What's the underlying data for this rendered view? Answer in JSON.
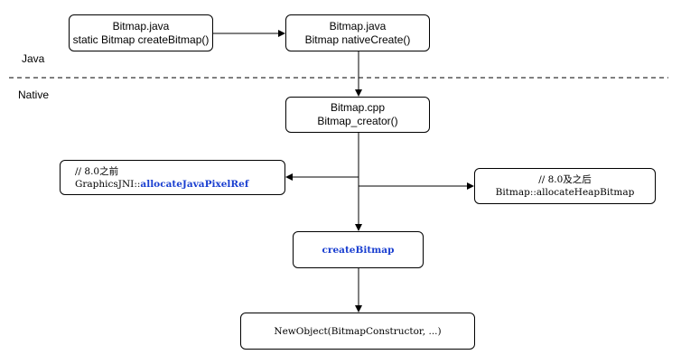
{
  "labels": {
    "java": "Java",
    "native": "Native"
  },
  "boxes": {
    "create_bitmap_java": {
      "line1": "Bitmap.java",
      "line2": "static Bitmap createBitmap()"
    },
    "native_create_java": {
      "line1": "Bitmap.java",
      "line2": "Bitmap nativeCreate()"
    },
    "bitmap_creator_cpp": {
      "line1": "Bitmap.cpp",
      "line2": "Bitmap_creator()"
    },
    "allocate_java_pixel_ref": {
      "comment": "// 8.0之前",
      "prefix": "GraphicsJNI::",
      "method": "allocateJavaPixelRef"
    },
    "allocate_heap_bitmap": {
      "comment": "// 8.0及之后",
      "call": "Bitmap::allocateHeapBitmap"
    },
    "create_bitmap_native": {
      "label": "createBitmap"
    },
    "new_object": {
      "label": "NewObject(BitmapConstructor, ...)"
    }
  },
  "colors": {
    "highlight": "#1a3fd0",
    "stroke": "#000000",
    "separator": "#000000"
  }
}
